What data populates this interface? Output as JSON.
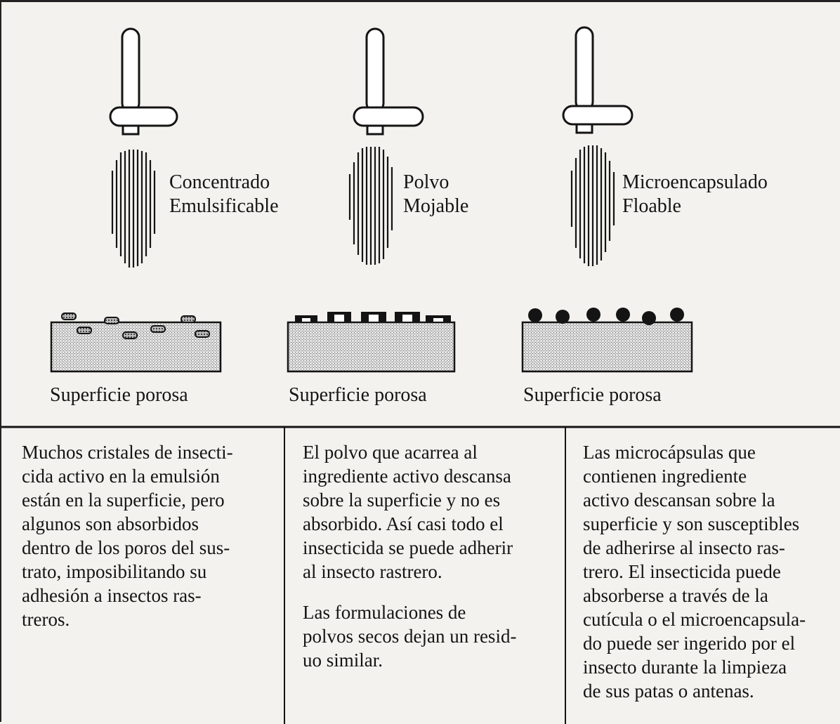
{
  "columns": [
    {
      "formulation_label": [
        "Concentrado",
        "Emulsificable"
      ],
      "surface_label": "Superficie porosa",
      "description": [
        "Muchos cristales de insecti-\ncida activo en la emulsión\nestán en la superficie, pero\nalgunos son absorbidos\ndentro de los poros del sus-\ntrato, imposibilitando su\nadhesión a insectos ras-\ntreros."
      ]
    },
    {
      "formulation_label": [
        "Polvo",
        "Mojable"
      ],
      "surface_label": "Superficie porosa",
      "description": [
        "El polvo que acarrea al\ningrediente activo descansa\nsobre la superficie y no es\nabsorbido. Así casi todo el\ninsecticida se puede adherir\nal insecto rastrero.",
        "Las formulaciones de\npolvos secos dejan un resid-\nuo similar."
      ]
    },
    {
      "formulation_label": [
        "Microencapsulado",
        "Floable"
      ],
      "surface_label": "Superficie porosa",
      "description": [
        "Las microcápsulas que\ncontienen ingrediente\nactivo descansan sobre la\nsuperficie y son susceptibles\nde adherirse al insecto ras-\ntrero. El insecticida puede\nabsorberse a través de la\ncutícula o el microencapsula-\ndo puede ser ingerido por el\ninsecto durante la limpieza\nde sus patas o antenas."
      ]
    }
  ],
  "colors": {
    "ink": "#141414",
    "paper": "#f3f2ee",
    "surface_fill": "#cfcfcf"
  }
}
